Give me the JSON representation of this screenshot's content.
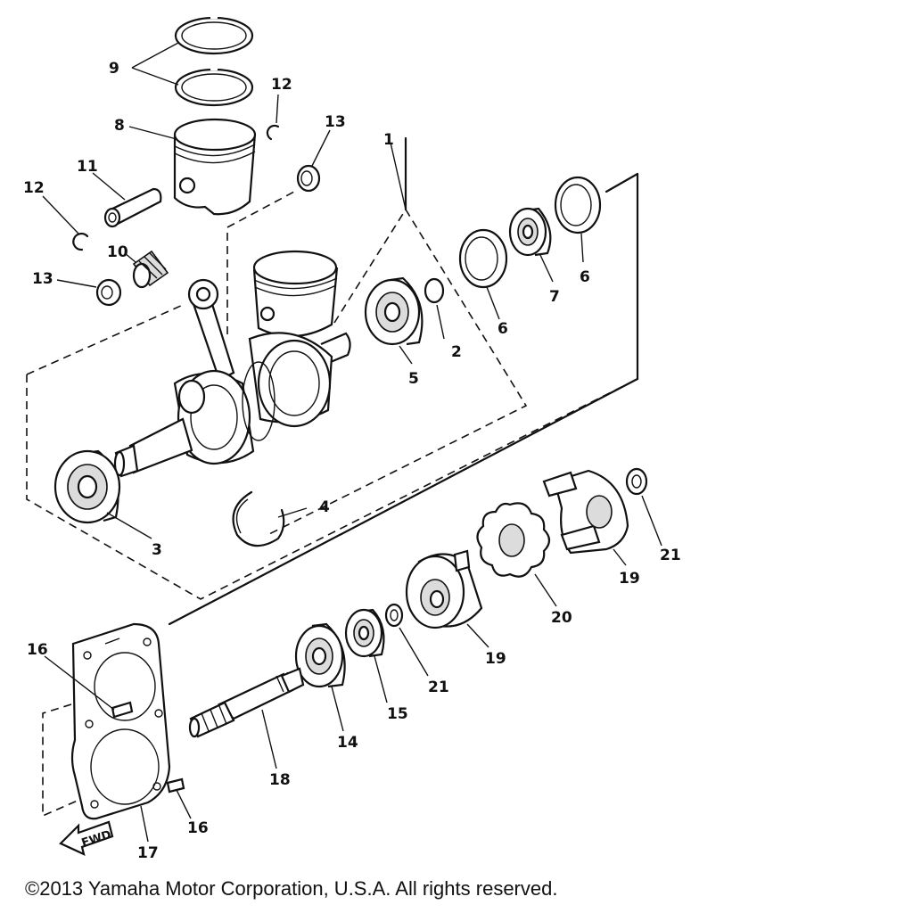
{
  "diagram": {
    "callouts": {
      "c1": "1",
      "c2": "2",
      "c3": "3",
      "c4": "4",
      "c5": "5",
      "c6a": "6",
      "c6b": "6",
      "c7": "7",
      "c8": "8",
      "c9": "9",
      "c10": "10",
      "c11": "11",
      "c12a": "12",
      "c12b": "12",
      "c13a": "13",
      "c13b": "13",
      "c14": "14",
      "c15": "15",
      "c16a": "16",
      "c16b": "16",
      "c17": "17",
      "c18": "18",
      "c19a": "19",
      "c19b": "19",
      "c20": "20",
      "c21a": "21",
      "c21b": "21"
    },
    "fwd_label": "FWD"
  },
  "footer": {
    "copyright": "©2013 Yamaha Motor Corporation, U.S.A. All rights reserved."
  }
}
